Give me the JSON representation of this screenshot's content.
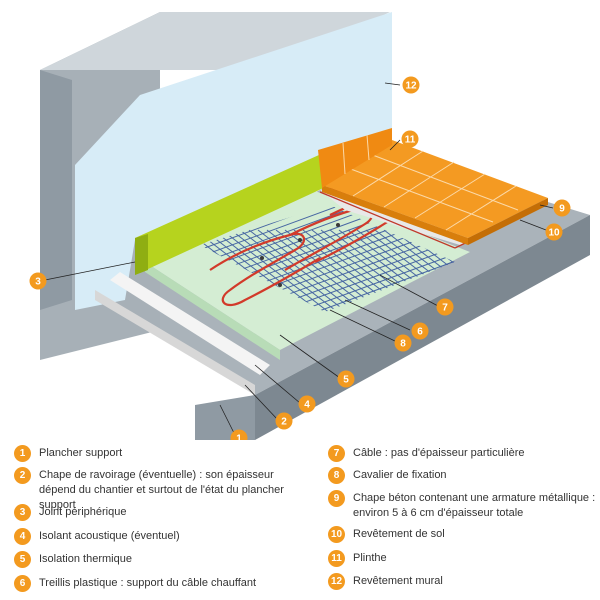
{
  "colors": {
    "badge": "#f39a1f",
    "slab": "#8f9aa3",
    "wall_blue": "#d7ecf7",
    "insulation_green": "#d4edd3",
    "edge_strip": "#b6d31e",
    "tiles": "#f49a22",
    "cable": "#d23a2a",
    "mesh": "#2f4f9a"
  },
  "legend": [
    {
      "num": "1",
      "text": "Plancher support"
    },
    {
      "num": "2",
      "text": "Chape de ravoirage (éventuelle) : son épaisseur dépend du chantier et surtout de l'état du plancher support"
    },
    {
      "num": "3",
      "text": "Joint périphérique"
    },
    {
      "num": "4",
      "text": "Isolant acoustique (éventuel)"
    },
    {
      "num": "5",
      "text": "Isolation thermique"
    },
    {
      "num": "6",
      "text": "Treillis plastique : support du câble chauffant"
    },
    {
      "num": "7",
      "text": "Câble : pas d'épaisseur particulière"
    },
    {
      "num": "8",
      "text": "Cavalier de fixation"
    },
    {
      "num": "9",
      "text": "Chape béton contenant une armature métallique : environ 5 à 6 cm d'épaisseur totale"
    },
    {
      "num": "10",
      "text": "Revêtement de sol"
    },
    {
      "num": "11",
      "text": "Plinthe"
    },
    {
      "num": "12",
      "text": "Revêtement mural"
    }
  ]
}
